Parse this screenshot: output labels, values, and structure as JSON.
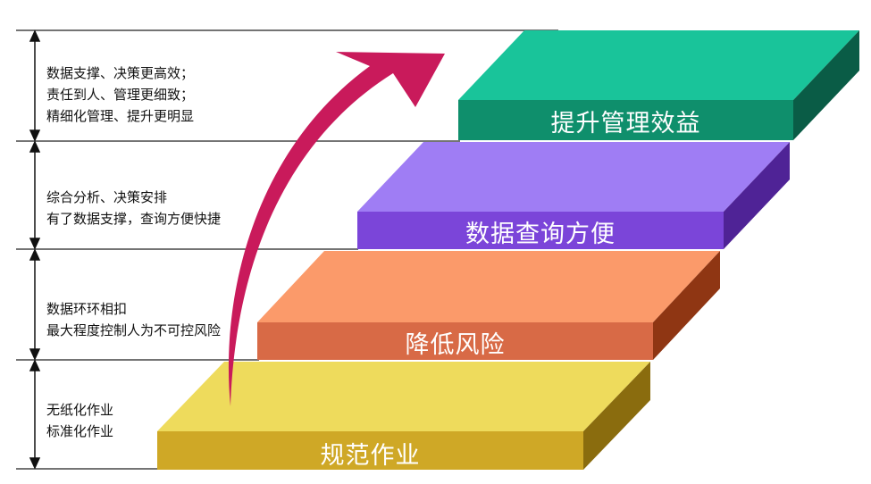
{
  "notes": [
    {
      "lines": [
        "数据支撑、决策更高效；",
        "责任到人、管理更细致；",
        "精细化管理、提升更明显"
      ]
    },
    {
      "lines": [
        "综合分析、决策安排",
        "有了数据支撑，查询方便快捷"
      ]
    },
    {
      "lines": [
        "数据环环相扣",
        "最大程度控制人为不可控风险"
      ]
    },
    {
      "lines": [
        "无纸化作业",
        "标准化作业"
      ]
    }
  ],
  "steps": [
    {
      "label": "提升管理效益",
      "colors": {
        "top": "#19c49a",
        "front": "#0f8f6c",
        "side": "#0a5c46"
      }
    },
    {
      "label": "数据查询方便",
      "colors": {
        "top": "#9f7df4",
        "front": "#7b45d9",
        "side": "#4f2396"
      }
    },
    {
      "label": "降低风险",
      "colors": {
        "top": "#fb9a6a",
        "front": "#d86a46",
        "side": "#8f3613"
      }
    },
    {
      "label": "规范作业",
      "colors": {
        "top": "#eedb5c",
        "front": "#cfa826",
        "side": "#8a6c0e"
      }
    }
  ],
  "arrow_color": "#c91a5b"
}
